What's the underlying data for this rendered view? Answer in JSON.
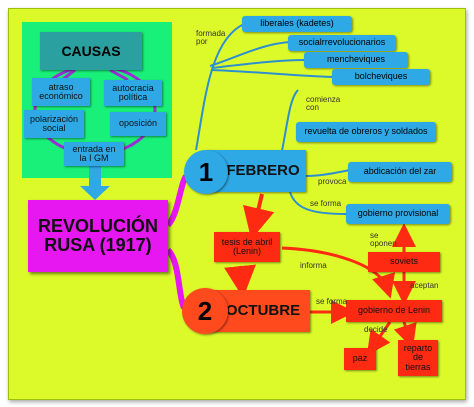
{
  "nodes": {
    "causas": "CAUSAS",
    "atraso": "atraso\neconómico",
    "autocracia": "autocracia\npolítica",
    "polarizacion": "polarización\nsocial",
    "oposicion": "oposición",
    "entrada": "entrada en\nla I GM",
    "revolucion": "REVOLUCIÓN\nRUSA (1917)",
    "num1": "1",
    "febrero": "FEBRERO",
    "num2": "2",
    "octubre": "OCTUBRE",
    "liberales": "liberales (kadetes)",
    "socialrev": "socialrrevolucionarios",
    "mencheviques": "mencheviques",
    "bolcheviques": "bolcheviques",
    "revuelta": "revuelta de obreros y soldados",
    "abdicacion": "abdicación del zar",
    "gob_prov": "gobierno provisional",
    "tesis": "tesis de abril\n(Lenin)",
    "soviets": "soviets",
    "gob_lenin": "gobierno de Lenin",
    "paz": "paz",
    "reparto": "reparto\nde\ntierras"
  },
  "labels": {
    "formada_por": "formada\npor",
    "comienza_con": "comienza\ncon",
    "provoca": "provoca",
    "se_forma_1": "se forma",
    "informa": "informa",
    "se_oponen": "se\noponen",
    "aceptan": "aceptan",
    "se_forma_2": "se forma",
    "decide": "decide"
  },
  "colors": {
    "background": "#dcfa2a",
    "causes_panel": "#18f07a",
    "blue": "#2ea9e6",
    "magenta": "#e717f2",
    "red": "#ff2a12",
    "purple_line": "#9a2fd6",
    "red_line": "#ff2a12",
    "blue_line": "#2e8fd0"
  }
}
